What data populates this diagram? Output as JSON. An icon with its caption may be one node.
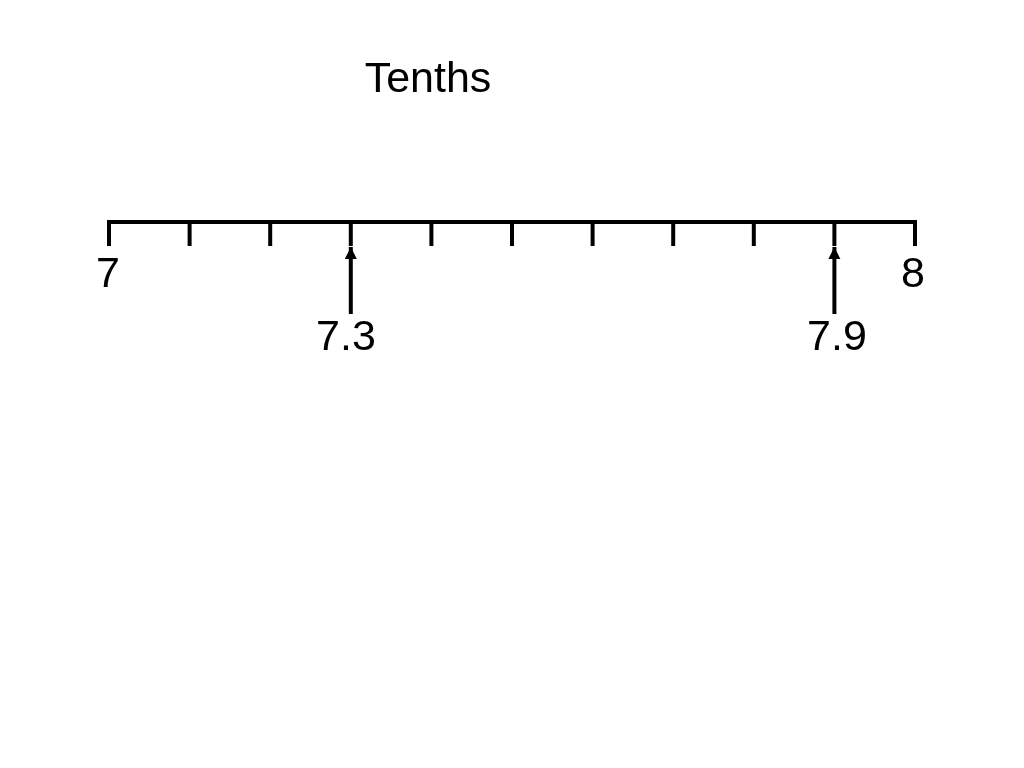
{
  "diagram": {
    "title": "Tenths",
    "nodes": [
      {
        "text": [
          "7.3"
        ]
      },
      {
        "text": [
          "7.9"
        ]
      }
    ],
    "edges": [
      {
        "from": 0,
        "to": null,
        "arrow": "to"
      },
      {
        "from": 1,
        "to": null,
        "arrow": "to"
      }
    ],
    "labels": [
      "7",
      "8"
    ]
  }
}
